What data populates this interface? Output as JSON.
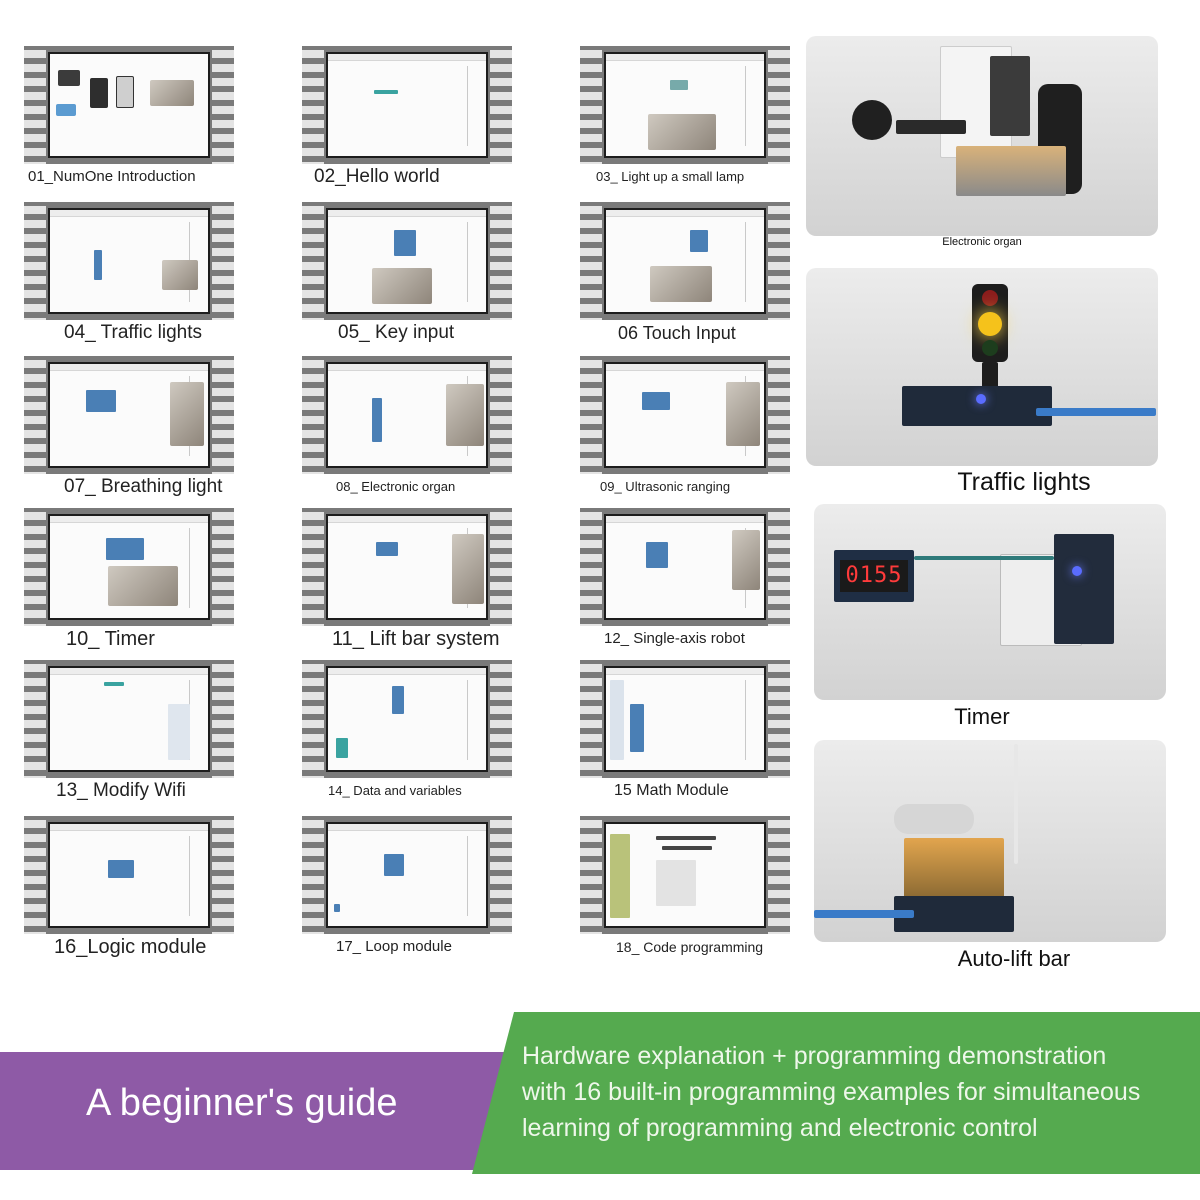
{
  "lessons": [
    {
      "label": "01_NumOne Introduction"
    },
    {
      "label": "02_Hello world"
    },
    {
      "label": "03_ Light up a small lamp"
    },
    {
      "label": "04_ Traffic lights"
    },
    {
      "label": "05_ Key input"
    },
    {
      "label": "06 Touch Input"
    },
    {
      "label": "07_ Breathing light"
    },
    {
      "label": "08_ Electronic organ"
    },
    {
      "label": "09_ Ultrasonic ranging"
    },
    {
      "label": "10_ Timer"
    },
    {
      "label": "11_ Lift bar system"
    },
    {
      "label": "12_ Single-axis robot"
    },
    {
      "label": "13_ Modify Wifi"
    },
    {
      "label": "14_ Data and variables"
    },
    {
      "label": "15 Math Module"
    },
    {
      "label": "16_Logic module"
    },
    {
      "label": "17_ Loop module"
    },
    {
      "label": "18_ Code programming"
    }
  ],
  "photos": [
    {
      "label": "Electronic organ"
    },
    {
      "label": "Traffic lights"
    },
    {
      "label": "Timer",
      "display": "0155"
    },
    {
      "label": "Auto-lift bar"
    }
  ],
  "banner": {
    "title": "A beginner's guide",
    "lines": [
      "Hardware explanation + programming demonstration",
      "with 16 built-in programming examples for simultaneous",
      "learning of programming and electronic control"
    ]
  },
  "colors": {
    "purple": "#8e5aa6",
    "green": "#55aa4f",
    "block_blue": "#4a7fb5"
  }
}
